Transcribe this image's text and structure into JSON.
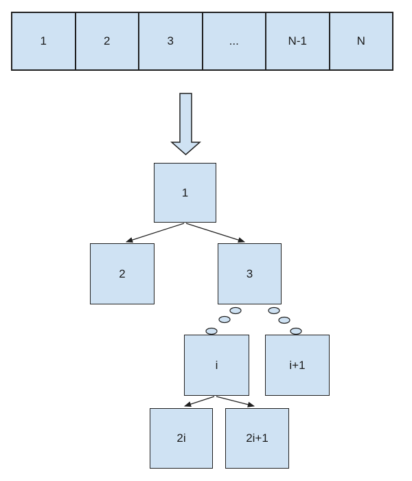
{
  "colors": {
    "node_fill": "#cfe2f3",
    "node_border": "#1f1f1f",
    "text": "#1a1a1a",
    "edge": "#1f1f1f"
  },
  "array": {
    "cells": [
      {
        "label": "1"
      },
      {
        "label": "2"
      },
      {
        "label": "3"
      },
      {
        "label": "..."
      },
      {
        "label": "N-1"
      },
      {
        "label": "N"
      }
    ]
  },
  "transform": {
    "arrow_icon": "block-arrow-down"
  },
  "tree": {
    "nodes": [
      {
        "id": "root",
        "label": "1"
      },
      {
        "id": "left-child",
        "label": "2"
      },
      {
        "id": "right-child",
        "label": "3"
      },
      {
        "id": "node-i",
        "label": "i"
      },
      {
        "id": "node-i-plus-1",
        "label": "i+1"
      },
      {
        "id": "node-2i",
        "label": "2i"
      },
      {
        "id": "node-2i-plus-1",
        "label": "2i+1"
      }
    ],
    "edges": [
      {
        "from": "1",
        "to": "2",
        "style": "arrow"
      },
      {
        "from": "1",
        "to": "3",
        "style": "arrow"
      },
      {
        "from": "3",
        "to": "i",
        "style": "dotted-ellipses"
      },
      {
        "from": "3",
        "to": "i+1",
        "style": "dotted-ellipses"
      },
      {
        "from": "i",
        "to": "2i",
        "style": "arrow"
      },
      {
        "from": "i",
        "to": "2i+1",
        "style": "arrow"
      }
    ]
  }
}
